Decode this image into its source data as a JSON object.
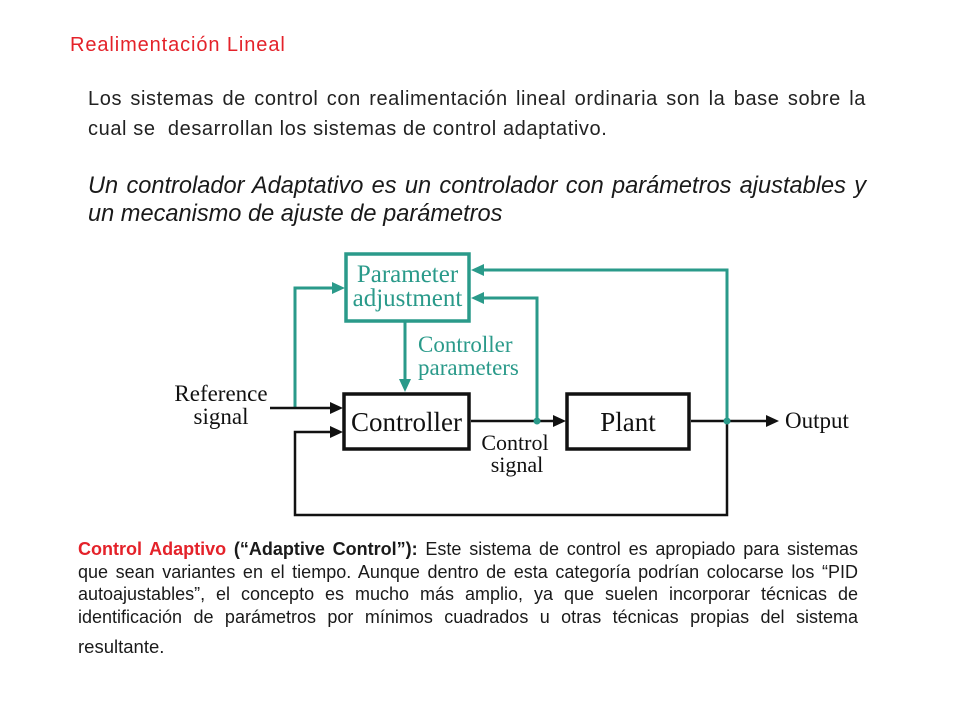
{
  "slide": {
    "title": "Realimentación Lineal",
    "intro_lines": [
      "Los sistemas de control con realimentación lineal ordinaria son la base sobre la",
      "cual se  desarrollan los sistemas de control adaptativo."
    ],
    "definition_lines": [
      "Un controlador Adaptativo es un controlador con parámetros ajustables y",
      "un mecanismo de ajuste de parámetros"
    ]
  },
  "diagram": {
    "blocks": {
      "parameter_adjustment": [
        "Parameter",
        "adjustment"
      ],
      "controller": "Controller",
      "plant": "Plant"
    },
    "signals": {
      "reference": [
        "Reference",
        "signal"
      ],
      "controller_parameters": [
        "Controller",
        "parameters"
      ],
      "control": [
        "Control",
        "signal"
      ],
      "output": "Output"
    }
  },
  "footer": {
    "term": "Control Adaptivo",
    "term_english": "(“Adaptive Control”):",
    "lines": [
      "Este sistema de control es apropiado para sistemas",
      "que sean variantes en el tiempo. Aunque dentro de esta categoría podrían colocarse los “PID",
      "autoajustables”, el concepto es mucho más amplio, ya que suelen incorporar técnicas de",
      "identificación de parámetros por mínimos cuadrados u otras técnicas propias del sistema",
      "resultante."
    ]
  },
  "colors": {
    "red": "#e4222a",
    "teal": "#2a9a8a",
    "text": "#1a1a1a",
    "line": "#111111"
  }
}
